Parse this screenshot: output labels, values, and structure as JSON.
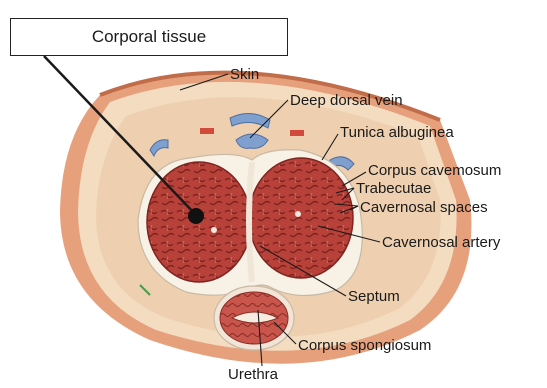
{
  "callout": "Corporal tissue",
  "labels": {
    "skin": "Skin",
    "deep_dorsal_vein": "Deep dorsal vein",
    "tunica_albuginea": "Tunica albuginea",
    "corpus_cavernosum": "Corpus cavemosum",
    "trabecutae": "Trabecutae",
    "cavernosal_spaces": "Cavernosal spaces",
    "cavernosal_artery": "Cavernosal artery",
    "septum": "Septum",
    "corpus_spongiosum": "Corpus spongiosum",
    "urethra": "Urethra"
  },
  "colors": {
    "skin": "#e6a07c",
    "fascia": "#f3dcc0",
    "tissue": "#b8413a",
    "tissue_dark": "#8e2a25",
    "tunica": "#f7f1e6",
    "vessel": "#7f9fcf"
  }
}
